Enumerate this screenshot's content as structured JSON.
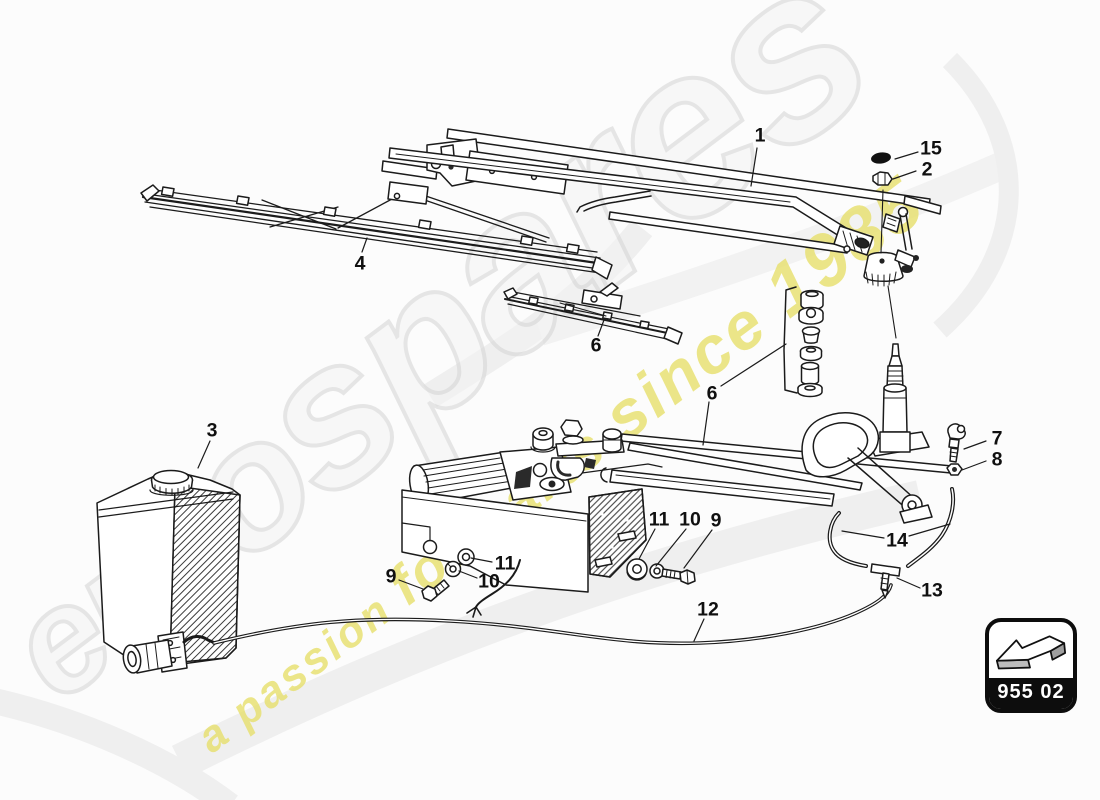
{
  "diagram": {
    "description": "Windscreen wiper parts diagram",
    "line_color": "#1b1b1b",
    "background_color": "#fcfcfc"
  },
  "callouts": {
    "c1": "1",
    "c2": "2",
    "c3": "3",
    "c4": "4",
    "c6a": "6",
    "c6b": "6",
    "c7": "7",
    "c8": "8",
    "c9l": "9",
    "c9r": "9",
    "c10l": "10",
    "c10r": "10",
    "c11l": "11",
    "c11r": "11",
    "c12": "12",
    "c13": "13",
    "c14": "14",
    "c15": "15"
  },
  "badge": {
    "code": "955 02"
  },
  "watermark": {
    "brand_seg1": "eu",
    "brand_seg2": "ro",
    "brand_seg3": "sp",
    "brand_seg4": "a",
    "brand_seg5": "res",
    "tagline_seg1": "a passion ",
    "tagline_seg2": "for parts ",
    "tagline_seg3": "since ",
    "tagline_seg4": "1985",
    "brand_outline_color": "#d4d4d4",
    "tagline_color": "#e7e06c"
  }
}
